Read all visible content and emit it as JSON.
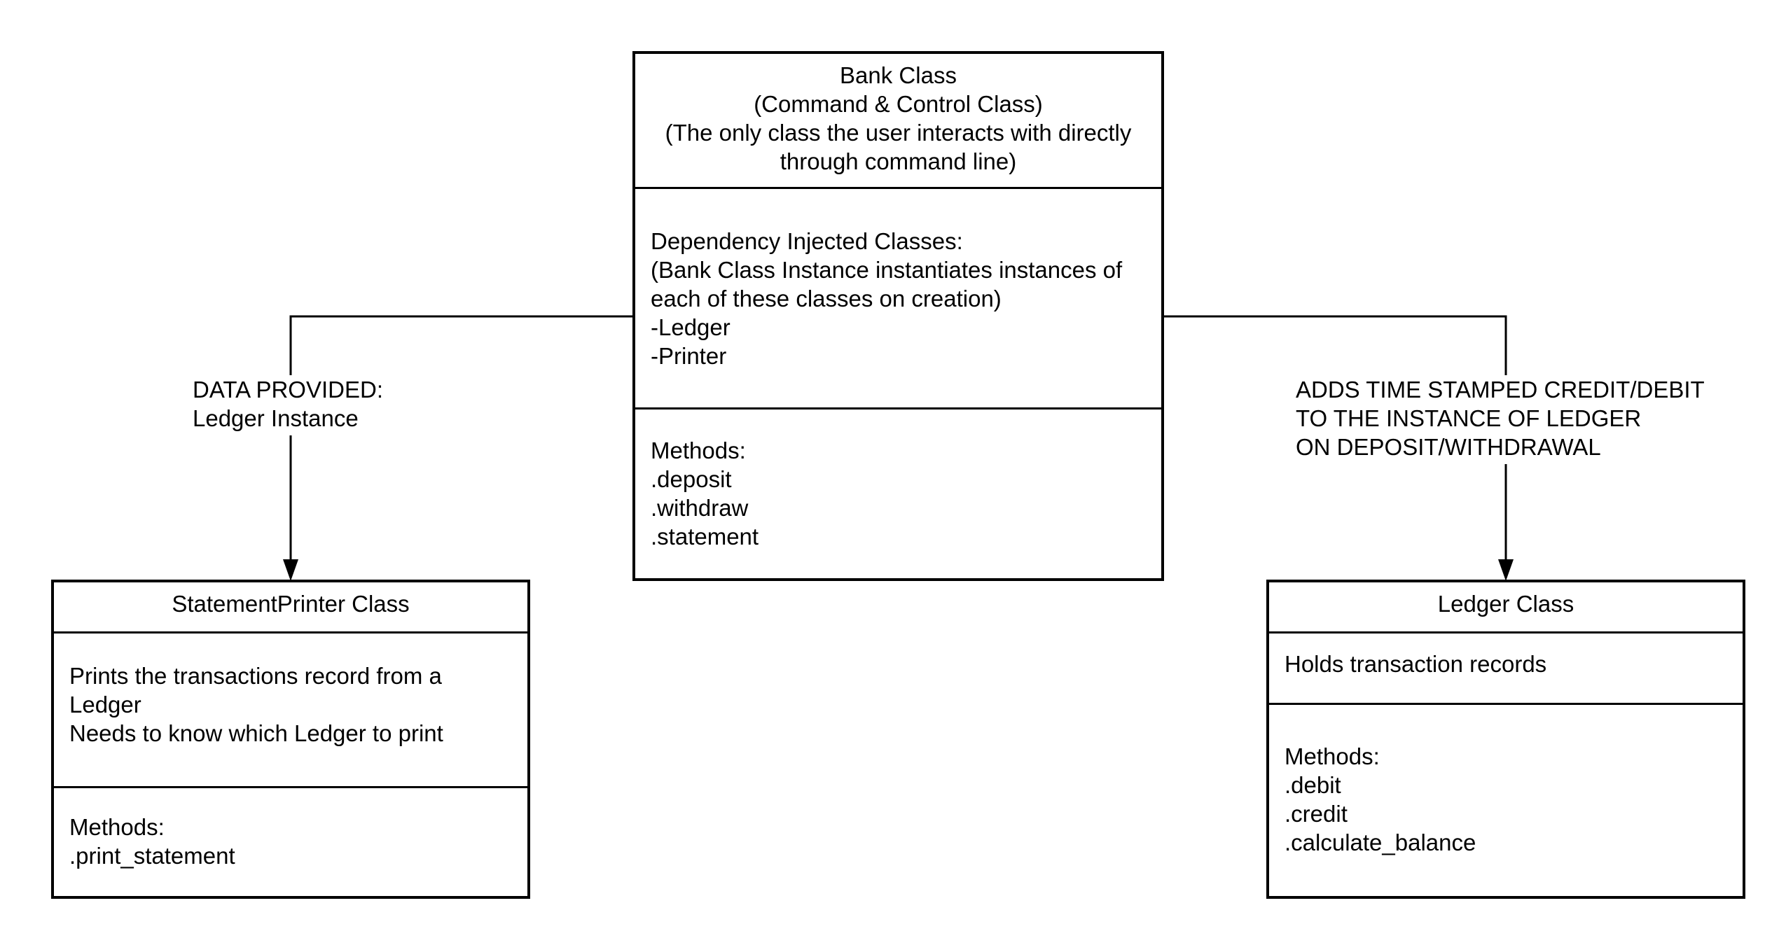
{
  "bank": {
    "header": [
      "Bank Class",
      "(Command & Control Class)",
      "(The only class the user interacts with directly",
      "through command line)"
    ],
    "dependencies": [
      "Dependency Injected Classes:",
      "(Bank Class Instance instantiates instances of",
      "each of these classes on creation)",
      "-Ledger",
      "-Printer"
    ],
    "methods": [
      "Methods:",
      ".deposit",
      ".withdraw",
      ".statement"
    ]
  },
  "printer": {
    "header": "StatementPrinter Class",
    "description": [
      "Prints the transactions record from a",
      "Ledger",
      "Needs to know which Ledger to print"
    ],
    "methods": [
      "Methods:",
      ".print_statement"
    ]
  },
  "ledger": {
    "header": "Ledger Class",
    "description": [
      "Holds transaction records"
    ],
    "methods": [
      "Methods:",
      ".debit",
      ".credit",
      ".calculate_balance"
    ]
  },
  "connectors": {
    "left_label": [
      "DATA PROVIDED:",
      "Ledger Instance"
    ],
    "right_label": [
      "ADDS TIME STAMPED CREDIT/DEBIT",
      "TO THE INSTANCE OF LEDGER",
      "ON DEPOSIT/WITHDRAWAL"
    ]
  }
}
